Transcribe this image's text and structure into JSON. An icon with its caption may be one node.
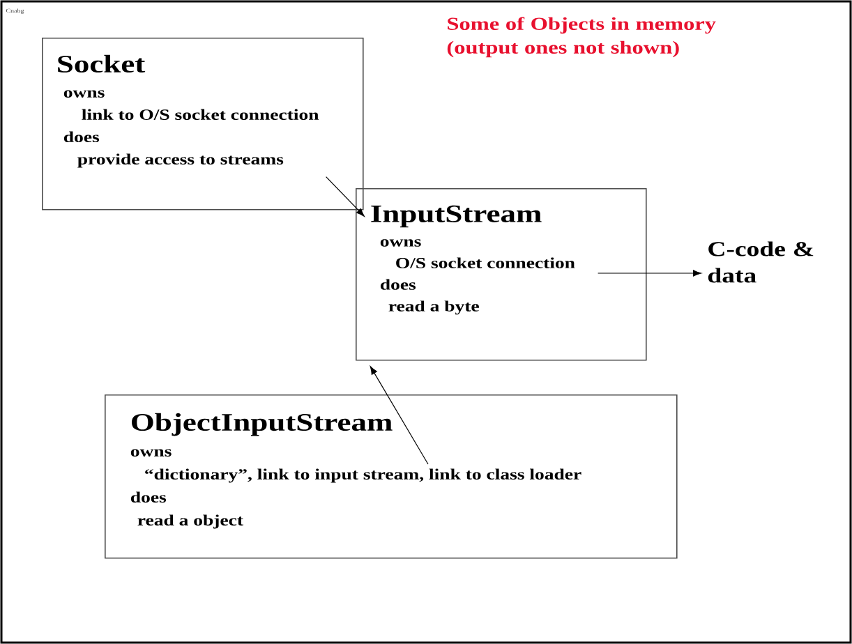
{
  "diagram": {
    "title": "Some of Objects in memory (output ones not shown)",
    "nodes": [
      {
        "text": [
          "Socket",
          "owns",
          "link to O/S socket connection",
          "does",
          "provide access to streams"
        ]
      },
      {
        "text": [
          "InputStream",
          "owns",
          "O/S socket connection",
          "does",
          "read a byte"
        ]
      },
      {
        "text": [
          "C-code & data"
        ]
      },
      {
        "text": [
          "ObjectInputStream",
          "owns",
          "“dictionary”, link to input stream, link to class loader",
          "does",
          "read a object"
        ]
      }
    ],
    "edges": [
      {
        "from": 0,
        "to": 1,
        "arrow": "to"
      },
      {
        "from": 1,
        "to": 2,
        "arrow": "to"
      },
      {
        "from": 3,
        "to": 1,
        "arrow": "to"
      }
    ],
    "labels": [
      "Cnabg"
    ]
  }
}
